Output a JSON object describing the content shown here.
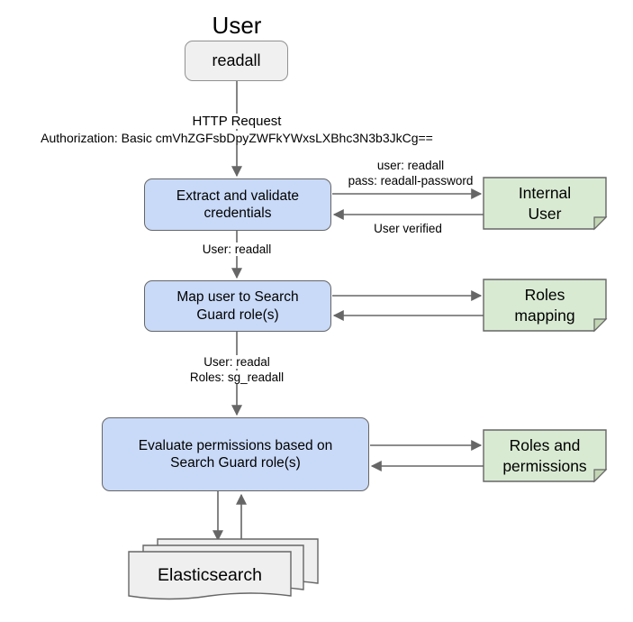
{
  "title": "User",
  "colors": {
    "process_fill": "#c9daf8",
    "process_border": "#666666",
    "note_fill": "#d9ead3",
    "note_fold": "#c3d6b4",
    "actor_fill": "#f0f0f0",
    "document_fill": "#efefef",
    "connector": "#666666",
    "text": "#000000"
  },
  "nodes": {
    "user": {
      "label": "readall"
    },
    "extract": {
      "line1": "Extract and validate",
      "line2": "credentials"
    },
    "map": {
      "line1": "Map user to Search",
      "line2": "Guard role(s)"
    },
    "evaluate": {
      "line1": "Evaluate permissions based on",
      "line2": "Search Guard role(s)"
    },
    "internal_user": {
      "line1": "Internal",
      "line2": "User"
    },
    "roles_mapping": {
      "line1": "Roles",
      "line2": "mapping"
    },
    "roles_permissions": {
      "line1": "Roles and",
      "line2": "permissions"
    },
    "elasticsearch": {
      "label": "Elasticsearch"
    }
  },
  "edge_labels": {
    "http_request": "HTTP Request",
    "auth_header": "Authorization: Basic cmVhZGFsbDpyZWFkYWxsLXBhc3N3b3JkCg==",
    "cred_user": "user: readall",
    "cred_pass": "pass: readall-password",
    "user_verified": "User verified",
    "extracted_user": "User: readall",
    "mapped_user": "User: readal",
    "mapped_roles": "Roles: sg_readall"
  }
}
